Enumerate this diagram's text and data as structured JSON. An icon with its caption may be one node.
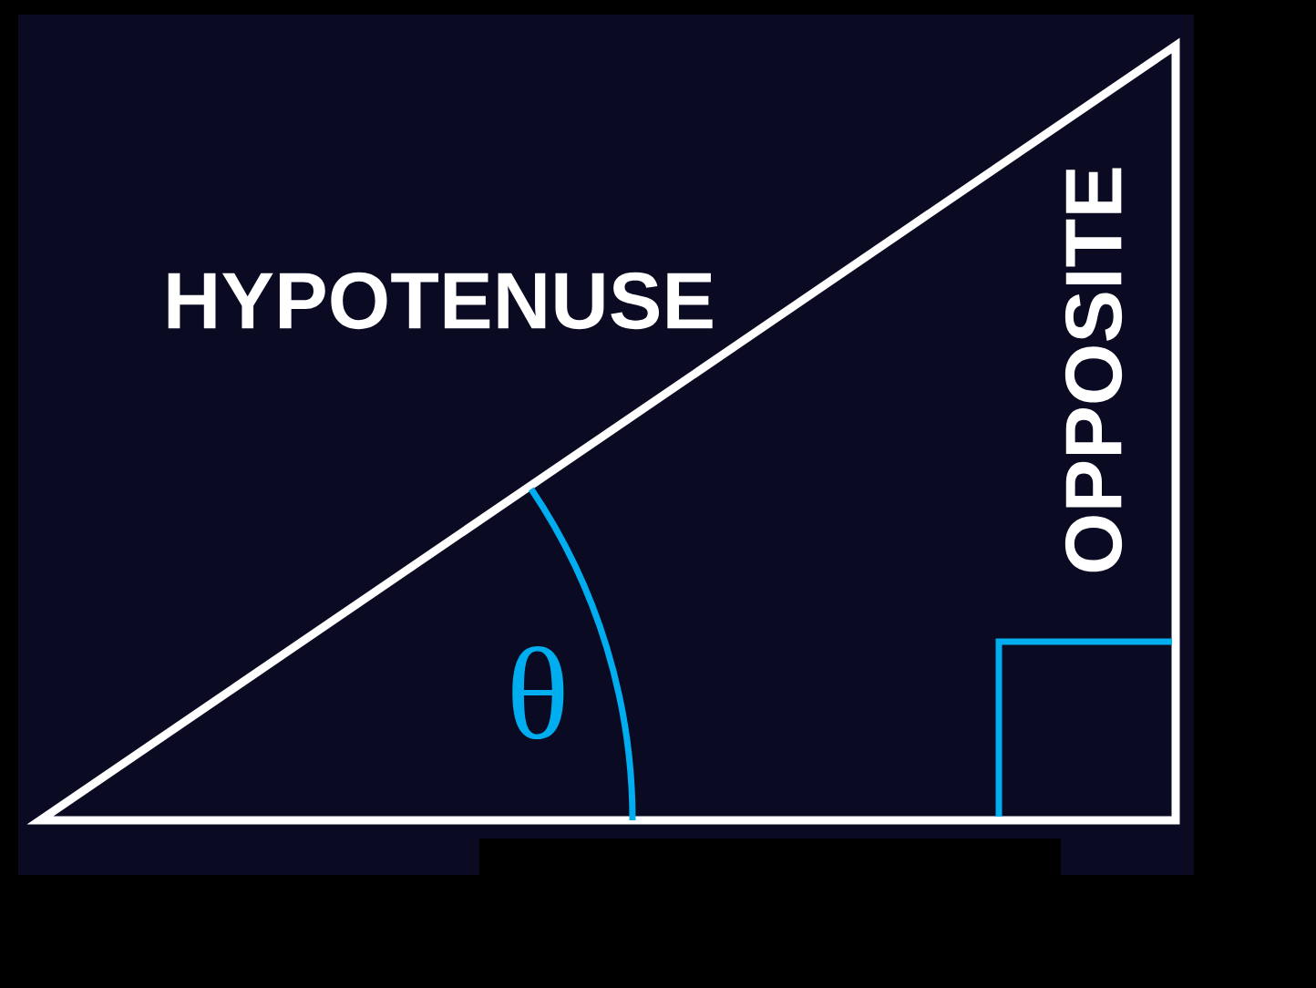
{
  "diagram": {
    "labels": [
      "HYPOTENUSE",
      "OPPOSITE",
      "θ"
    ]
  }
}
